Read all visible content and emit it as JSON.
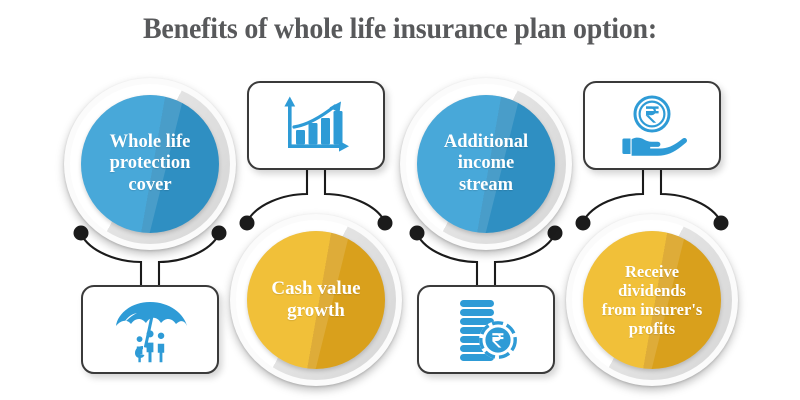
{
  "page": {
    "title": "Benefits of whole life insurance plan option:",
    "background": "#ffffff",
    "title_color": "#58595b"
  },
  "colors": {
    "blue": "#2d9cd4",
    "blue_dark": "#2f8fc2",
    "yellow": "#efb71c",
    "yellow_dark": "#d9a01c",
    "icon_blue": "#2e9bd6",
    "ring": "#ffffff",
    "ring_shade": "#d9d9d9",
    "connector": "#1b1b1b",
    "box_border": "#3a3a3a",
    "text_on_circle": "#ffffff"
  },
  "benefits": [
    {
      "id": "whole-life-protection-cover",
      "label_lines": [
        "Whole life",
        "protection",
        "cover"
      ],
      "circle_color": "blue",
      "circle_position": "top",
      "icon": {
        "name": "family-umbrella-icon",
        "alt": "Umbrella sheltering a family",
        "position": "bottom"
      }
    },
    {
      "id": "cash-value-growth",
      "label_lines": [
        "Cash value",
        "growth"
      ],
      "circle_color": "yellow",
      "circle_position": "bottom",
      "icon": {
        "name": "growth-bar-chart-icon",
        "alt": "Ascending bar chart with rising arrow",
        "position": "top"
      }
    },
    {
      "id": "additional-income-stream",
      "label_lines": [
        "Additional",
        "income",
        "stream"
      ],
      "circle_color": "blue",
      "circle_position": "top",
      "icon": {
        "name": "rupee-coin-stack-icon",
        "alt": "Stack of coins with rupee coin",
        "position": "bottom"
      }
    },
    {
      "id": "receive-dividends-from-insurers-profits",
      "label_lines": [
        "Receive",
        "dividends",
        "from insurer's",
        "profits"
      ],
      "circle_color": "yellow",
      "circle_position": "bottom",
      "icon": {
        "name": "hand-holding-rupee-icon",
        "alt": "Hand holding a rupee coin",
        "position": "top"
      }
    }
  ]
}
